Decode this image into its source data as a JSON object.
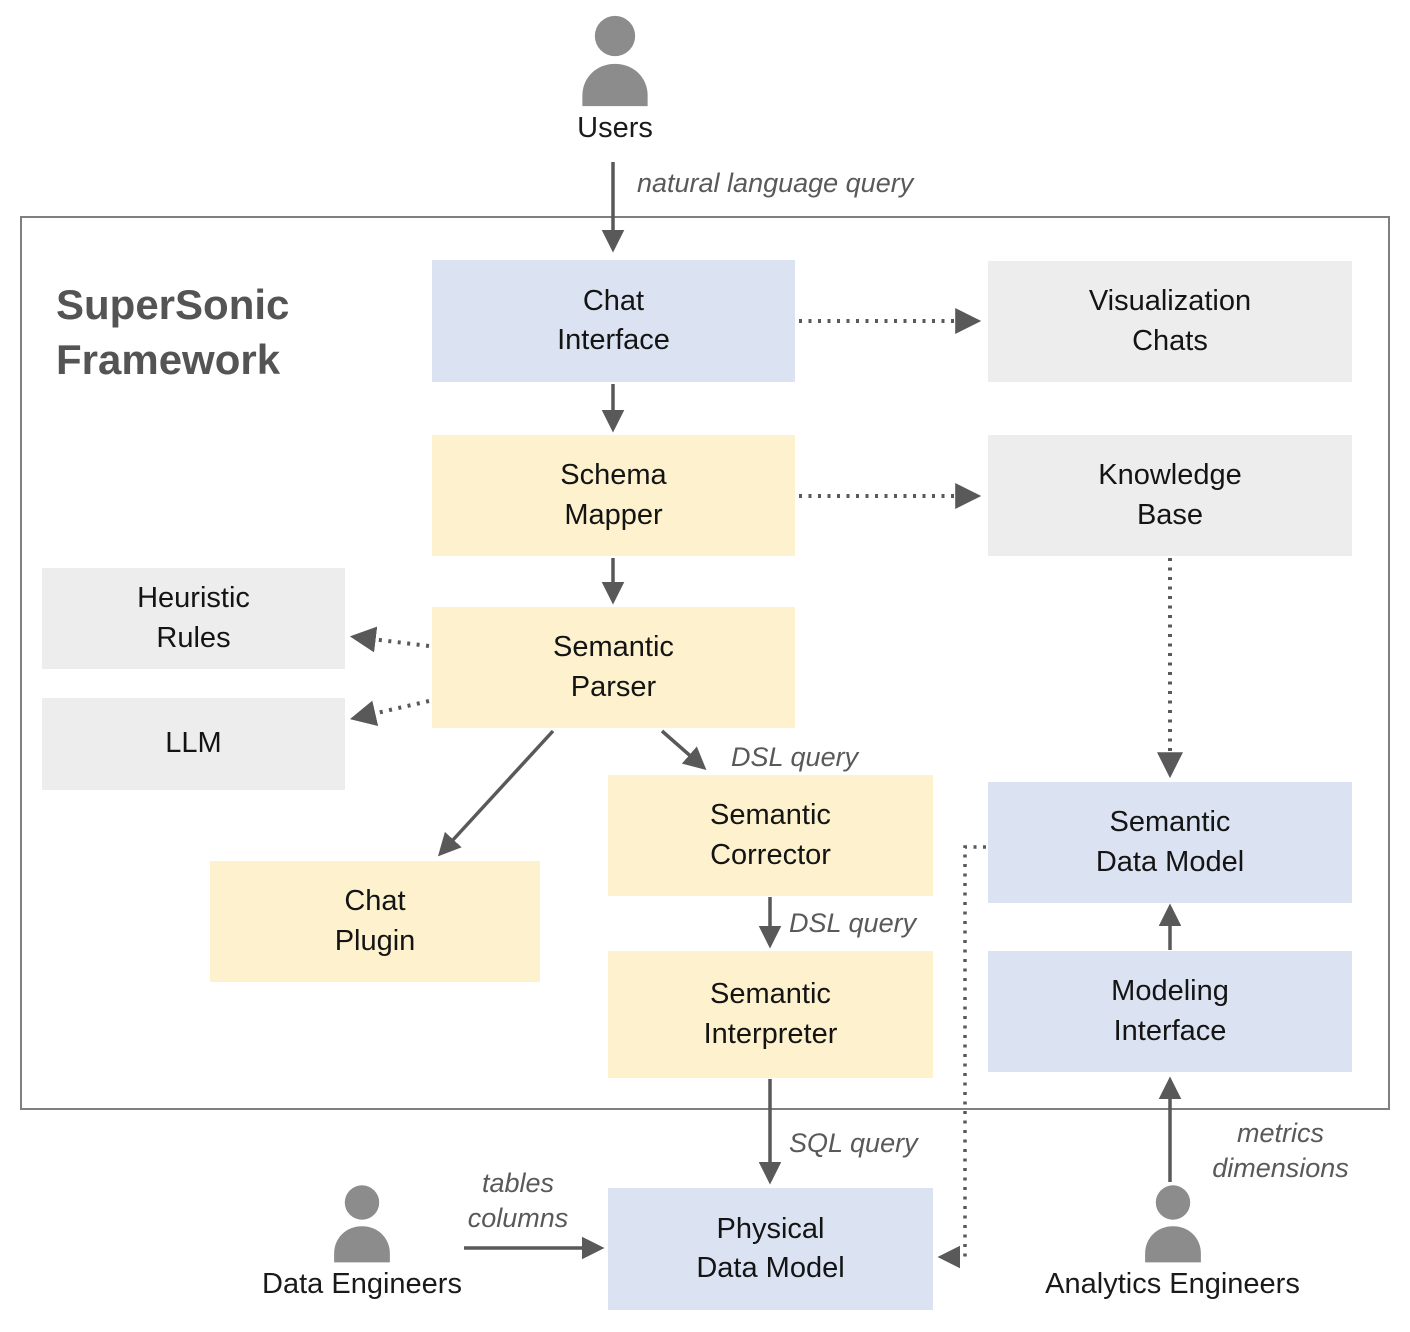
{
  "title": "SuperSonic\nFramework",
  "actors": {
    "users": "Users",
    "data_engineers": "Data Engineers",
    "analytics_engineers": "Analytics Engineers"
  },
  "nodes": {
    "chat_interface": "Chat\nInterface",
    "visualization_chats": "Visualization\nChats",
    "schema_mapper": "Schema\nMapper",
    "knowledge_base": "Knowledge\nBase",
    "heuristic_rules": "Heuristic\nRules",
    "llm": "LLM",
    "semantic_parser": "Semantic\nParser",
    "chat_plugin": "Chat\nPlugin",
    "semantic_corrector": "Semantic\nCorrector",
    "semantic_interpreter": "Semantic\nInterpreter",
    "semantic_data_model": "Semantic\nData Model",
    "modeling_interface": "Modeling\nInterface",
    "physical_data_model": "Physical\nData Model"
  },
  "edge_labels": {
    "natural_language_query": "natural language query",
    "dsl_query_to_corrector": "DSL query",
    "dsl_query_to_interpreter": "DSL query",
    "sql_query": "SQL query",
    "tables_columns": "tables\ncolumns",
    "metrics_dimensions": "metrics\ndimensions"
  },
  "colors": {
    "box_blue": "#dbe3f2",
    "box_yellow": "#fdf2cd",
    "box_gray": "#ededed",
    "frame_border": "#7f7f7f",
    "arrow": "#595959",
    "label_text": "#595959",
    "node_text": "#141414",
    "title_text": "#545454",
    "person": "#8c8c8c"
  }
}
